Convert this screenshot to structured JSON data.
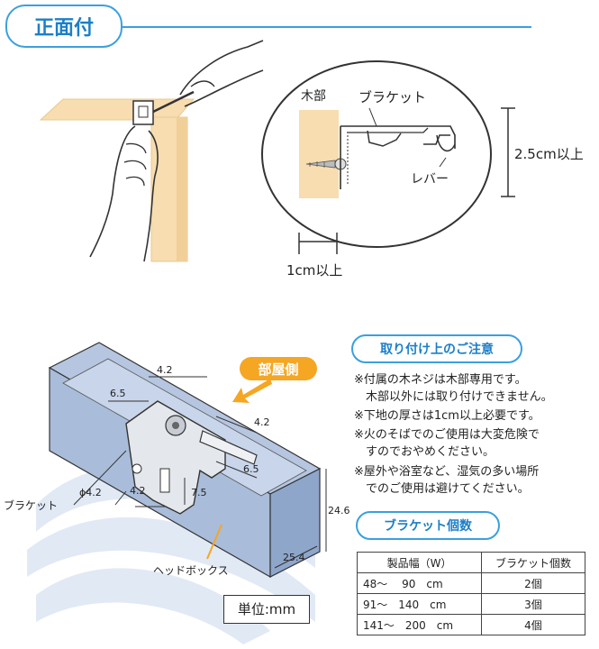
{
  "header": {
    "title": "正面付"
  },
  "callout": {
    "wood_label": "木部",
    "bracket_label": "ブラケット",
    "lever_label": "レバー",
    "height_dim": "2.5cm以上",
    "width_dim": "1cm以上"
  },
  "diagram": {
    "room_side": "部屋側",
    "bracket_label": "ブラケット",
    "headbox_label": "ヘッドボックス",
    "dims": {
      "d1": "4.2",
      "d2": "6.5",
      "d3": "4.2",
      "d4": "6.5",
      "d5": "ϕ4.2",
      "d6": "4.2",
      "d7": "7.5",
      "d8": "24.6",
      "d9": "25.4"
    },
    "unit": "単位:mm"
  },
  "notes": {
    "title": "取り付け上のご注意",
    "lines": [
      "※付属の木ネジは木部専用です。",
      "　木部以外には取り付けできません。",
      "※下地の厚さは1cm以上必要です。",
      "※火のそばでのご使用は大変危険で",
      "　すのでおやめください。",
      "※屋外や浴室など、湿気の多い場所",
      "　でのご使用は避けてください。"
    ]
  },
  "bracket_count": {
    "title": "ブラケット個数",
    "headers": [
      "製品幅（W）",
      "ブラケット個数"
    ],
    "rows": [
      [
        "48～　 90　cm",
        "2個"
      ],
      [
        "91～　140　cm",
        "3個"
      ],
      [
        "141～　200　cm",
        "4個"
      ]
    ]
  },
  "colors": {
    "accent": "#3aa0de",
    "title_text": "#1c7fc8",
    "wood": "#f7ddb0",
    "headbox": "#a9bcd9",
    "blind": "#c9d6ea",
    "arrow": "#f5a623"
  }
}
